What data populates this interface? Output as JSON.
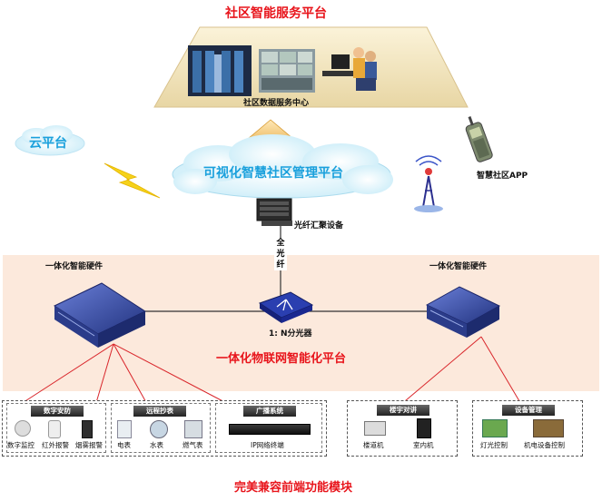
{
  "title_top": "社区智能服务平台",
  "data_center_label": "社区数据服务中心",
  "cloud_small_label": "云平台",
  "cloud_big_label": "可视化智慧社区管理平台",
  "app_label": "智慧社区APP",
  "fiber_device_label": "光纤汇聚设备",
  "fiber_vertical": [
    "全",
    "光",
    "纤"
  ],
  "hardware_left_label": "一体化智能硬件",
  "hardware_right_label": "一体化智能硬件",
  "splitter_label": "1:  N分光器",
  "iot_platform_label": "一体化物联网智能化平台",
  "bottom_title": "完美兼容前端功能模块",
  "modules": {
    "security": {
      "title": "数字安防",
      "items": [
        "数字监控",
        "红外报警",
        "烟雾报警"
      ]
    },
    "meter": {
      "title": "远程抄表",
      "items": [
        "电表",
        "水表",
        "燃气表"
      ]
    },
    "broadcast": {
      "title": "广播系统",
      "items": [
        "IP网络终端"
      ]
    },
    "intercom": {
      "title": "楼宇对讲",
      "items": [
        "楼道机",
        "室内机"
      ]
    },
    "device": {
      "title": "设备管理",
      "items": [
        "灯光控制",
        "机电设备控制"
      ]
    }
  },
  "colors": {
    "title_red": "#e8141b",
    "platform_bg": "#fce9dc",
    "cloud_text": "#1aa0dc",
    "link_red": "#d9262b"
  }
}
